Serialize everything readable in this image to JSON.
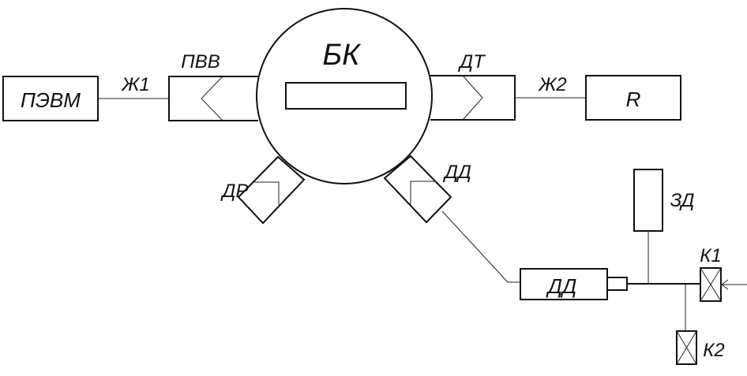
{
  "labels": {
    "pc": "ПЭВМ",
    "cable1": "Ж1",
    "pvv": "ПВВ",
    "bk": "БК",
    "dt": "ДТ",
    "cable2": "Ж2",
    "r": "R",
    "dr": "ДР",
    "dd_port": "ДД",
    "zd": "ЗД",
    "dd_sensor": "ДД",
    "k1": "К1",
    "k2": "К2"
  }
}
